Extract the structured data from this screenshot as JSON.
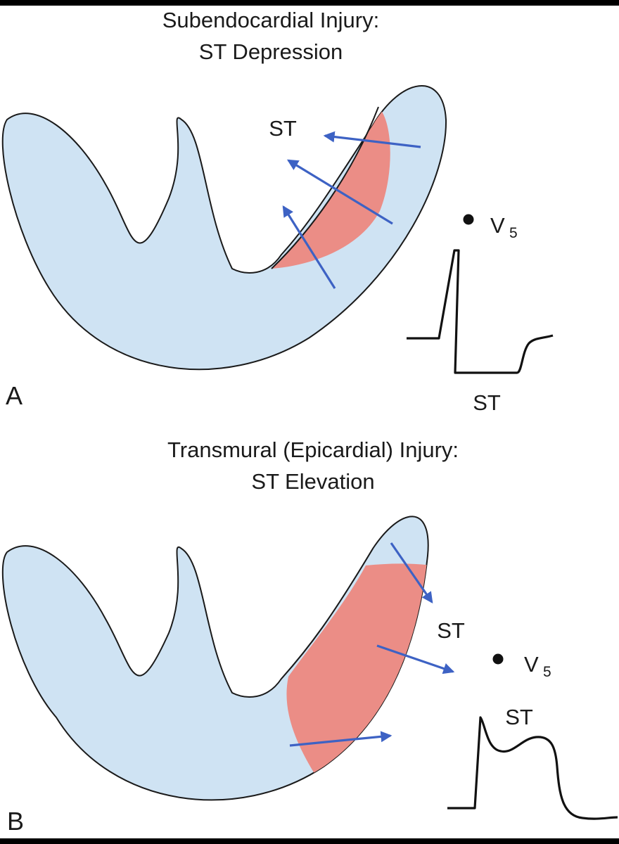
{
  "panel_a": {
    "title_line1": "Subendocardial Injury:",
    "title_line2": "ST Depression",
    "vector_label": "ST",
    "lead_label": "V",
    "lead_subscript": "5",
    "ecg_label": "ST",
    "panel_letter": "A"
  },
  "panel_b": {
    "title_line1": "Transmural (Epicardial) Injury:",
    "title_line2": "ST Elevation",
    "vector_label": "ST",
    "lead_label": "V",
    "lead_subscript": "5",
    "ecg_label": "ST",
    "panel_letter": "B"
  },
  "colors": {
    "myocardium": "#cfe3f3",
    "injury": "#eb8d86",
    "arrow": "#3d62c4",
    "outline": "#1a1a1a"
  }
}
